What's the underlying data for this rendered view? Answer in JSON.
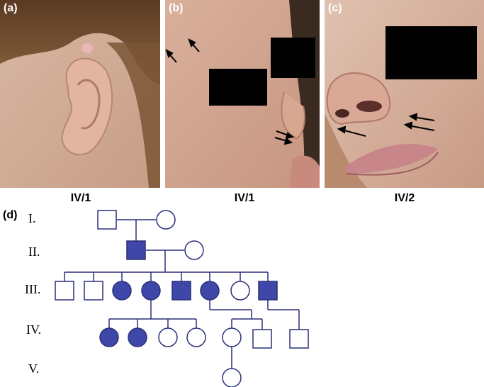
{
  "panels": {
    "a": {
      "letter": "(a)",
      "caption": "IV/1"
    },
    "b": {
      "letter": "(b)",
      "caption": "IV/1"
    },
    "c": {
      "letter": "(c)",
      "caption": "IV/2"
    },
    "d": {
      "letter": "(d)"
    }
  },
  "pedigree": {
    "generations": [
      "I.",
      "II.",
      "III.",
      "IV.",
      "V."
    ],
    "colors": {
      "affected": "#3f47a8",
      "stroke": "#2b2f7a",
      "unaffected": "#ffffff"
    },
    "individuals": {
      "gen1": [
        {
          "sex": "male",
          "affected": false
        },
        {
          "sex": "female",
          "affected": false
        }
      ],
      "gen2": [
        {
          "sex": "male",
          "affected": true
        },
        {
          "sex": "female",
          "affected": false
        }
      ],
      "gen3": [
        {
          "sex": "male",
          "affected": false
        },
        {
          "sex": "male",
          "affected": false
        },
        {
          "sex": "female",
          "affected": true
        },
        {
          "sex": "female",
          "affected": true
        },
        {
          "sex": "male",
          "affected": true
        },
        {
          "sex": "female",
          "affected": true
        },
        {
          "sex": "female",
          "affected": false
        },
        {
          "sex": "male",
          "affected": true
        }
      ],
      "gen4": [
        {
          "sex": "female",
          "affected": true
        },
        {
          "sex": "female",
          "affected": true
        },
        {
          "sex": "female",
          "affected": false
        },
        {
          "sex": "female",
          "affected": false
        },
        {
          "sex": "female",
          "affected": false
        },
        {
          "sex": "male",
          "affected": false
        },
        {
          "sex": "male",
          "affected": false
        }
      ],
      "gen5": [
        {
          "sex": "female",
          "affected": false
        }
      ]
    }
  }
}
